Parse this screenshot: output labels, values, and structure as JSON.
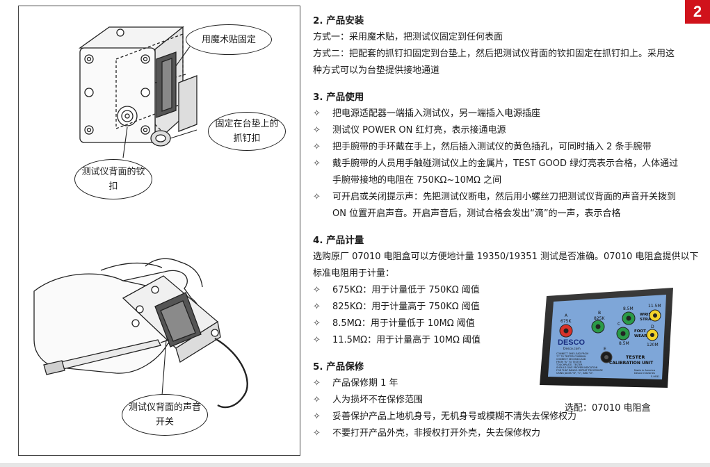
{
  "page_number": "2",
  "illustration": {
    "callouts": {
      "velcro": "用魔术贴固定",
      "snap_on_mat": "固定在台垫上的抓钉扣",
      "back_snap": "测试仪背面的钦扣",
      "sound_switch": "测试仪背面的声音开关"
    }
  },
  "sections": {
    "install": {
      "title": "2.  产品安装",
      "lines": [
        "方式一：采用魔术贴，把测试仪固定到任何表面",
        "方式二：把配套的抓钉扣固定到台垫上，然后把测试仪背面的钦扣固定在抓钉扣上。采用这",
        "种方式可以为台垫提供接地通道"
      ]
    },
    "usage": {
      "title": "3.  产品使用",
      "bullets": [
        "把电源适配器一端插入测试仪，另一端插入电源插座",
        "测试仪 POWER ON 红灯亮，表示接通电源",
        "把手腕带的手环戴在手上，然后插入测试仪的黄色插孔，可同时插入 2 条手腕带",
        "戴手腕带的人员用手触碰测试仪上的金属片，TEST GOOD 绿灯亮表示合格，人体通过",
        "可开启或关闭提示声：先把测试仪断电，然后用小螺丝刀把测试仪背面的声音开关拨到"
      ],
      "continuations": [
        "手腕带接地的电阻在 750KΩ~10MΩ 之间",
        "ON 位置开启声音。开启声音后，测试合格会发出“滴”的一声，表示合格"
      ]
    },
    "calibration": {
      "title": "4.  产品计量",
      "lines": [
        "选购原厂 07010 电阻盒可以方便地计量 19350/19351 测试是否准确。07010 电阻盒提供以下",
        "标准电阻用于计量："
      ],
      "bullets": [
        "675KΩ：用于计量低于 750KΩ 阈值",
        "825KΩ：用于计量高于 750KΩ 阈值",
        "8.5MΩ：用于计量低于 10MΩ 阈值",
        "11.5MΩ：用于计量高于 10MΩ 阈值"
      ],
      "photo_caption": "选配：07010 电阻盒"
    },
    "warranty": {
      "title": "5.  产品保修",
      "bullets": [
        "产品保修期 1 年",
        "人为损坏不在保修范围",
        "妥善保护产品上地机身号，无机身号或模糊不清失去保修权力",
        "不要打开产品外壳，非授权打开外壳，失去保修权力"
      ]
    }
  },
  "bullet_glyph": "✧",
  "calibration_unit_label": {
    "brand": "DESCO",
    "site": "Desco.com",
    "line1": "TESTER",
    "line2": "CALIBRATION UNIT",
    "jacks": {
      "a": "A",
      "a_val": "675K",
      "b": "B",
      "b_val": "825K",
      "c": "C",
      "c_val": "8.5M",
      "d": "D",
      "d_val": "11.5M",
      "e": "E",
      "f_val": "120M"
    },
    "labels": {
      "wrist": "WRIST",
      "strap": "STRAP",
      "foot": "FOOT",
      "wear": "WEAR"
    },
    "footer": {
      "made": "Made in America",
      "by": "Desco Industries",
      "part": "F-9931"
    },
    "instructions": [
      "CONNECT ONE LEAD FROM",
      "\"F\" TO TESTER COMMON.",
      "CONNECT SECOND LEAD",
      "FROM \"A\" TO TESTER",
      "TOUCHPLATE. TESTER",
      "SHOULD GIVE PROPER INDICATION",
      "FOR THAT RANGE. REPEAT PROCEDURE",
      "USING JACKS \"B\", \"C\", AND \"D\"."
    ]
  },
  "colors": {
    "badge": "#d0121b",
    "jack_red": "#d8322a",
    "jack_green": "#2a9a48",
    "jack_yellow": "#f2d32b",
    "jack_black": "#1c1c1c",
    "case_black": "#2a2a2a",
    "panel_blue": "#7ea6d8"
  }
}
